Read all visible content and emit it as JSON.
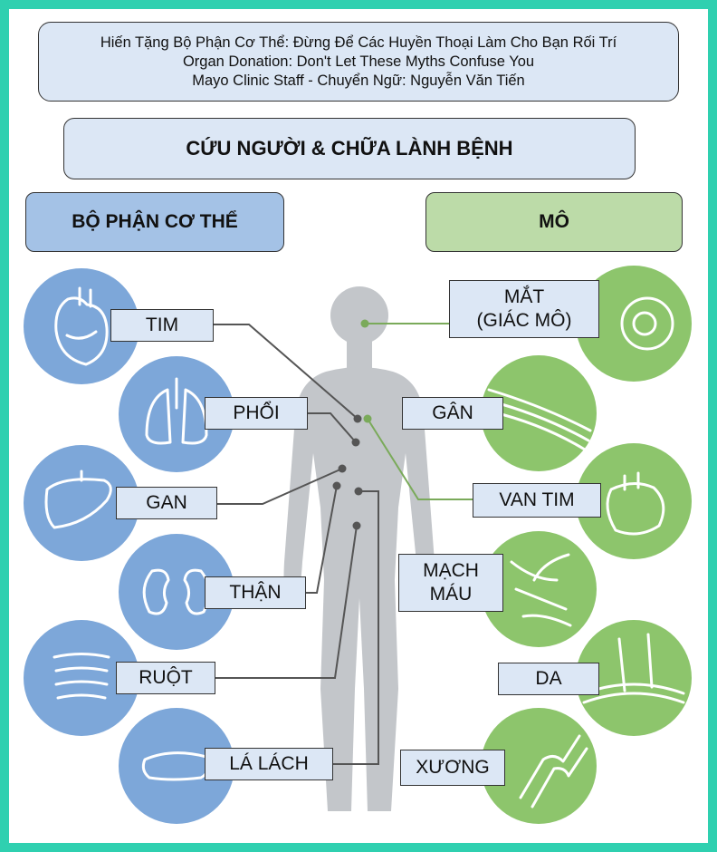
{
  "header": {
    "line1": "Hiến Tặng Bộ Phận Cơ Thể: Đừng Để Các Huyền Thoại Làm Cho Bạn Rối Trí",
    "line2": "Organ Donation: Don't Let These Myths Confuse You",
    "line3": "Mayo Clinic Staff - Chuyển Ngữ: Nguyễn Văn Tiến"
  },
  "subtitle": "CỨU NGƯỜI & CHỮA LÀNH BỆNH",
  "categories": {
    "organs": "BỘ PHẬN CƠ THỂ",
    "tissues": "MÔ"
  },
  "organs": [
    {
      "label": "TIM",
      "icon": "heart-icon"
    },
    {
      "label": "PHỔI",
      "icon": "lungs-icon"
    },
    {
      "label": "GAN",
      "icon": "liver-icon"
    },
    {
      "label": "THẬN",
      "icon": "kidneys-icon"
    },
    {
      "label": "RUỘT",
      "icon": "intestine-icon"
    },
    {
      "label": "LÁ LÁCH",
      "icon": "pancreas-icon"
    }
  ],
  "tissues": [
    {
      "label": "MẮT\n(GIÁC MÔ)",
      "icon": "eye-icon"
    },
    {
      "label": "GÂN",
      "icon": "tendon-icon"
    },
    {
      "label": "VAN TIM",
      "icon": "heart-valve-icon"
    },
    {
      "label": "MẠCH\nMÁU",
      "icon": "blood-vessel-icon"
    },
    {
      "label": "DA",
      "icon": "skin-icon"
    },
    {
      "label": "XƯƠNG",
      "icon": "bone-icon"
    }
  ],
  "colors": {
    "border": "#2fd0b0",
    "organ_circle": "#7da7d9",
    "tissue_circle": "#8dc56c",
    "label_fill": "#dce7f5",
    "silhouette": "#c3c6ca",
    "organ_line": "#555555",
    "tissue_line": "#7aaa5a"
  }
}
